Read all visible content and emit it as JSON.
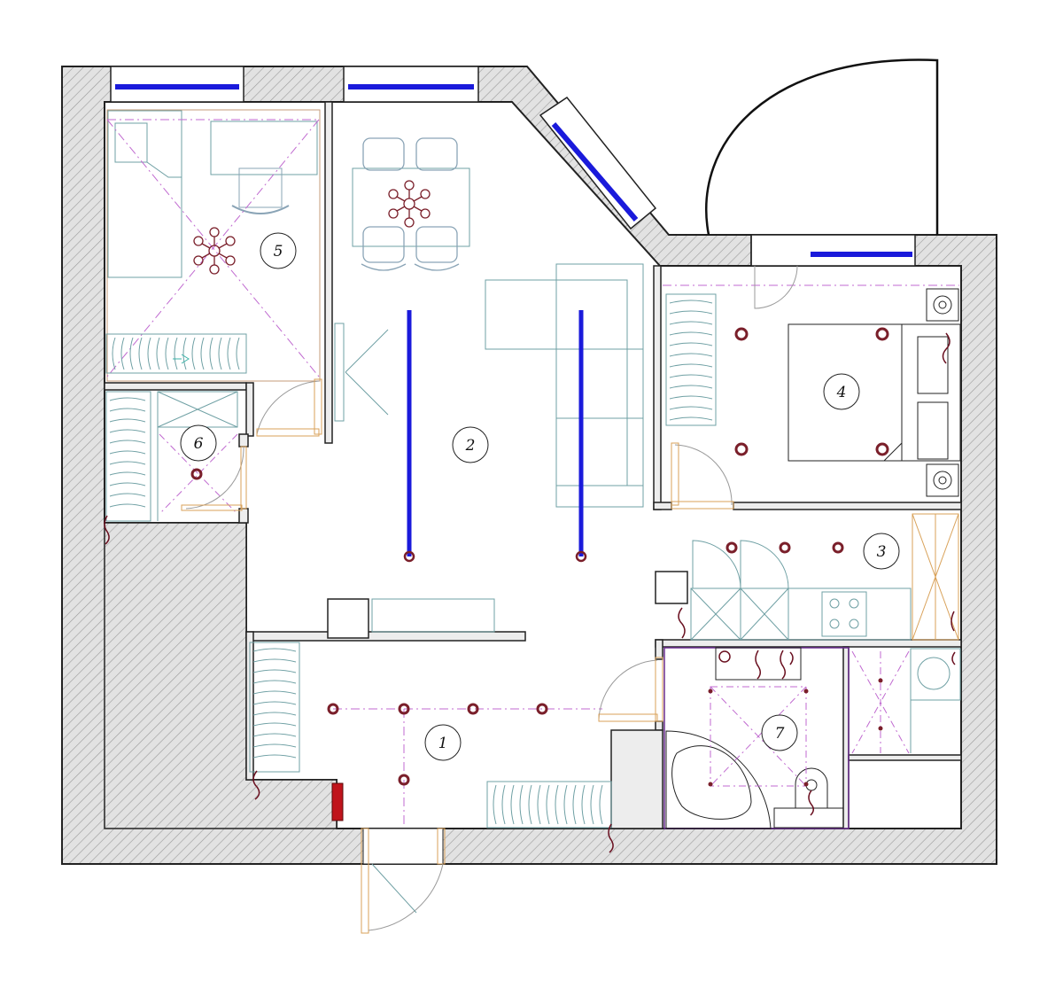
{
  "floor_plan": {
    "room_labels": [
      {
        "id": "hall",
        "text": "1"
      },
      {
        "id": "living",
        "text": "2"
      },
      {
        "id": "kitchen",
        "text": "3"
      },
      {
        "id": "bedroom",
        "text": "4"
      },
      {
        "id": "kids-room",
        "text": "5"
      },
      {
        "id": "closet",
        "text": "6"
      },
      {
        "id": "bathroom",
        "text": "7"
      }
    ],
    "colors": {
      "wall_fill": "#d8d8d8",
      "wall_stroke": "#222222",
      "window_blue": "#1a1adb",
      "furniture_line": "#6fa0a4",
      "chair_line": "#8aa4b6",
      "light_fixture": "#7a1f2a",
      "cable_marker": "#6a1020",
      "lighting_guides": "#c06ad0",
      "door_swing": "#9a9a9a",
      "door_leaf": "#d9a25a",
      "bathroom_outline": "#6a2d8f",
      "electric_panel": "#c0141c"
    },
    "icons": [
      "ceiling-light-icon",
      "chandelier-icon",
      "led-strip-icon",
      "radiator-icon",
      "cable-outlet-icon",
      "electric-panel-icon",
      "door-swing-icon",
      "window-icon"
    ]
  }
}
